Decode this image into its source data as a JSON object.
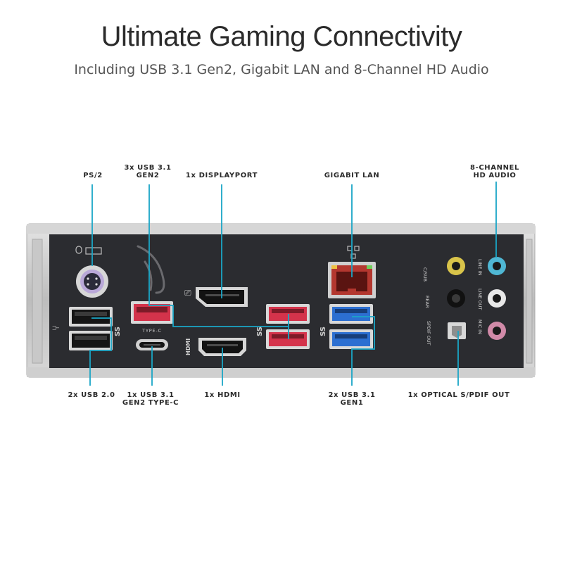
{
  "header": {
    "title": "Ultimate Gaming Connectivity",
    "subtitle": "Including USB 3.1 Gen2, Gigabit LAN and 8-Channel HD Audio"
  },
  "callouts_top": {
    "ps2": "PS/2",
    "usb31_gen2": "3x USB 3.1\nGEN2",
    "displayport": "1x DISPLAYPORT",
    "gigabit_lan": "GIGABIT LAN",
    "hd_audio": "8-CHANNEL\nHD AUDIO"
  },
  "callouts_bottom": {
    "usb20": "2x USB 2.0",
    "usb31_gen2_typec": "1x USB 3.1\nGEN2 TYPE-C",
    "hdmi": "1x HDMI",
    "usb31_gen1": "2x USB 3.1\nGEN1",
    "optical_spdif": "1x OPTICAL S/PDIF OUT"
  },
  "panel_markings": {
    "typec": "TYPE-C",
    "hdmi": "HDMI",
    "ss_left": "SS",
    "ss_mid": "SS",
    "ss_right": "SS",
    "c_sub": "C/SUB",
    "rear": "REAR",
    "spdif_out": "SPDIF OUT",
    "line_in": "LINE IN",
    "line_out": "LINE OUT",
    "mic_in": "MIC IN"
  },
  "colors": {
    "accent_line": "#1aa6c6",
    "panel": "#2b2c30",
    "usb2_port": "#1b1b1b",
    "usb31_gen2_port": "#d4334b",
    "usb31_gen1_port": "#2c6fd1",
    "audio_cin": "#d9c44a",
    "audio_line_in": "#4fb7d4",
    "audio_line_out": "#e8e8e8",
    "audio_mic": "#d18aa8"
  }
}
